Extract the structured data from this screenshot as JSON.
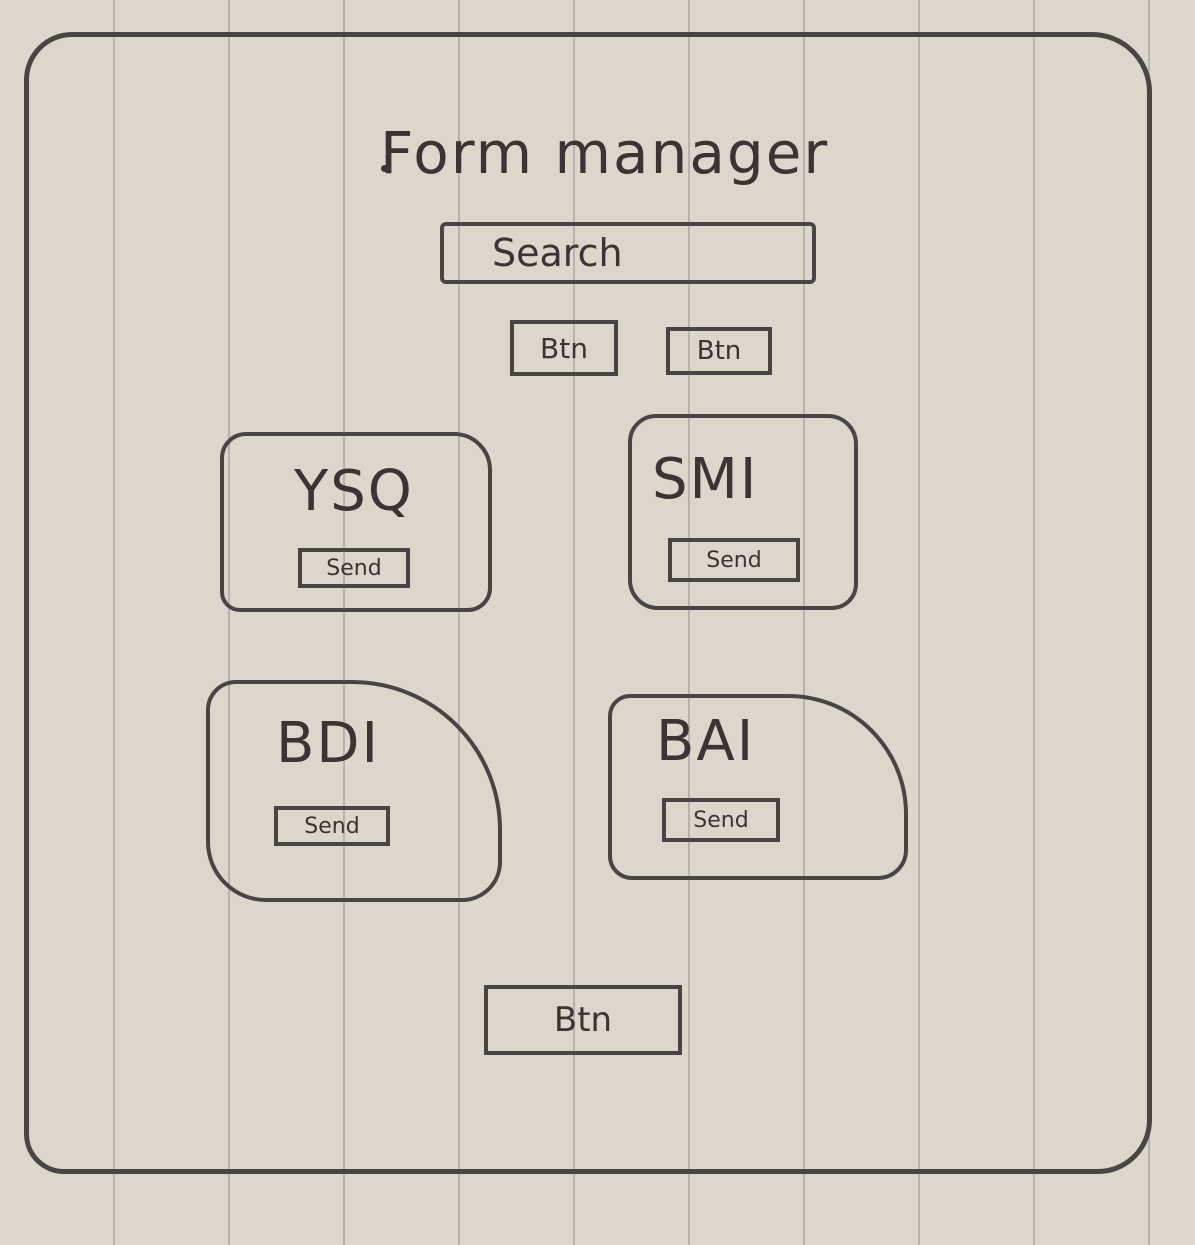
{
  "app": {
    "title": "Form manager"
  },
  "search": {
    "placeholder": "Search"
  },
  "toolbar": {
    "buttons": [
      {
        "label": "Btn"
      },
      {
        "label": "Btn"
      }
    ]
  },
  "forms": [
    {
      "name": "YSQ",
      "send_label": "Send"
    },
    {
      "name": "SMI",
      "send_label": "Send"
    },
    {
      "name": "BDI",
      "send_label": "Send"
    },
    {
      "name": "BAI",
      "send_label": "Send"
    }
  ],
  "footer": {
    "button_label": "Btn"
  }
}
